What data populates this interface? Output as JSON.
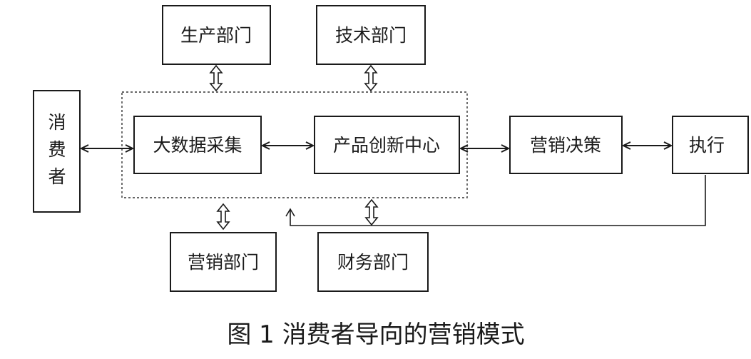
{
  "diagram": {
    "nodes": {
      "consumer": "消费者",
      "production": "生产部门",
      "technology": "技术部门",
      "big_data": "大数据采集",
      "innovation": "产品创新中心",
      "decision": "营销决策",
      "execute": "执行",
      "marketing_dept": "营销部门",
      "finance_dept": "财务部门"
    },
    "caption": "图 1 消费者导向的营销模式"
  }
}
